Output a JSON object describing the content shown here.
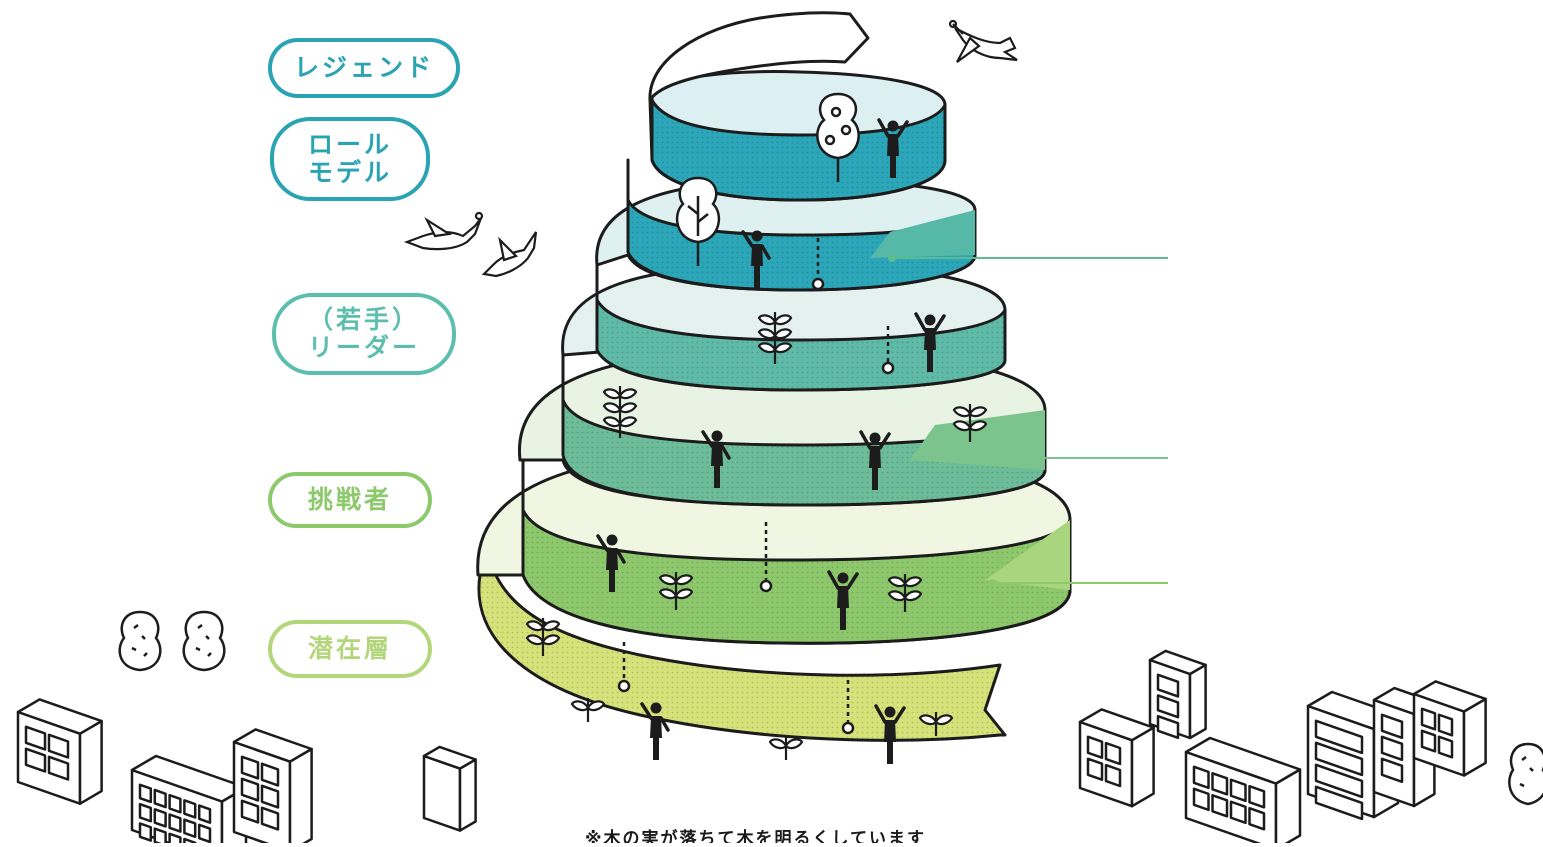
{
  "labels": {
    "legend": "レジェンド",
    "role_model": "ロール\nモデル",
    "young_leader": "（若手）\nリーダー",
    "challenger": "挑戦者",
    "latent": "潜在層"
  },
  "footnote": "※木の実が落ちて木を明るくしています",
  "colors": {
    "legend": "#2aa3b3",
    "role_model": "#2aa3b3",
    "young_leader": "#5cbfae",
    "challenger": "#8cc96b",
    "latent": "#b3d67b",
    "band_top": "#2ba7b9",
    "band_upper": "#5fbba7",
    "band_middle": "#6dbd9a",
    "band_lower": "#8ec86c",
    "band_bottom": "#d6e37a",
    "leader_line_upper": "#5cbb8f",
    "leader_line_lower": "#8cc96b"
  },
  "icons": [
    "bird-icon",
    "person-icon",
    "tree-icon",
    "sprout-icon",
    "building-icon",
    "peanut-icon"
  ]
}
